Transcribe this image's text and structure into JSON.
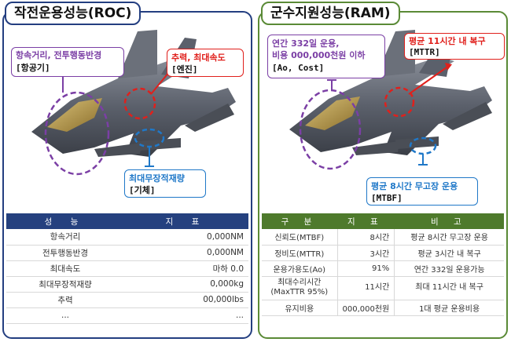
{
  "roc": {
    "title": "작전운용성능(ROC)",
    "callouts": {
      "aircraft": {
        "text": "항속거리, 전투행동반경",
        "tag": "[항공기]"
      },
      "engine": {
        "text": "추력, 최대속도",
        "tag": "[엔진]"
      },
      "airframe": {
        "text": "최대무장적재량",
        "tag": "[기체]"
      }
    },
    "table": {
      "headers": [
        "성 능",
        "지 표"
      ],
      "rows": [
        [
          "항속거리",
          "0,000NM"
        ],
        [
          "전투행동반경",
          "0,000NM"
        ],
        [
          "최대속도",
          "마하 0.0"
        ],
        [
          "최대무장적재량",
          "0,000kg"
        ],
        [
          "추력",
          "00,000lbs"
        ],
        [
          "...",
          "..."
        ]
      ]
    }
  },
  "ram": {
    "title": "군수지원성능(RAM)",
    "callouts": {
      "ao": {
        "line1": "연간 332일 운용,",
        "line2": "비용 000,000천원 이하",
        "tag": "[Ao, Cost]"
      },
      "mttr": {
        "text": "평균 11시간 내 복구",
        "tag": "[MTTR]"
      },
      "mtbf": {
        "text": "평균 8시간 무고장 운용",
        "tag": "[MTBF]"
      }
    },
    "table": {
      "headers": [
        "구 분",
        "지 표",
        "비 고"
      ],
      "rows": [
        [
          "신뢰도(MTBF)",
          "8시간",
          "평균 8시간 무고장 운용"
        ],
        [
          "정비도(MTTR)",
          "3시간",
          "평균 3시간 내 복구"
        ],
        [
          "운용가용도(Ao)",
          "91%",
          "연간 332일 운용가능"
        ],
        [
          "최대수리시간|(MaxTTR 95%)",
          "11시간",
          "최대 11시간 내 복구"
        ],
        [
          "유지비용",
          "000,000천원",
          "1대 평균 운용비용"
        ]
      ]
    }
  },
  "colors": {
    "roc_accent": "#233e80",
    "ram_accent": "#5a8a36",
    "purple": "#7b3fa5",
    "red": "#e0201c",
    "blue": "#1f78c8"
  }
}
